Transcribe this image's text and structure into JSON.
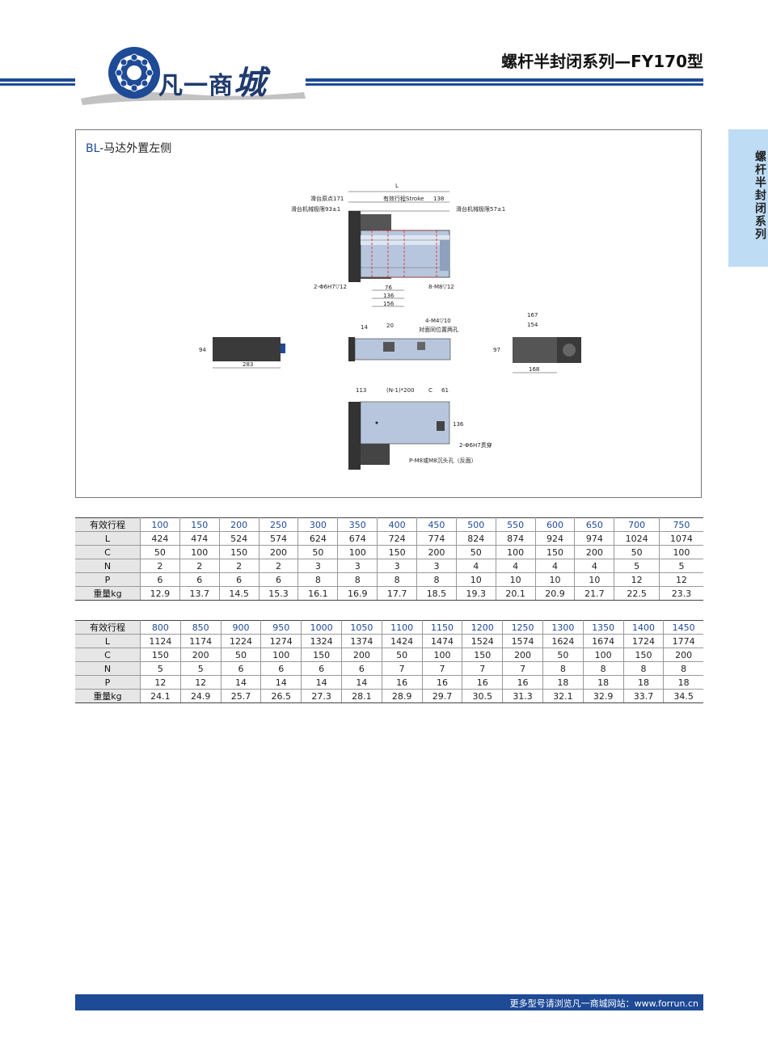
{
  "header": {
    "logo_text_1": "凡一商",
    "logo_text_2": "城",
    "page_title": "螺杆半封闭系列—FY170型",
    "side_tab": "螺杆半封闭系列"
  },
  "drawing": {
    "caption_prefix": "BL",
    "caption_rest": "-马达外置左侧",
    "labels": {
      "L": "L",
      "origin": "滑台原点171",
      "stroke": "有效行程Stroke",
      "d138": "138",
      "mech_left": "滑台机械极限93±1",
      "mech_right": "滑台机械极限57±1",
      "hole_6h7": "2-Φ6H7▽12",
      "hole_m8": "8-M8▽12",
      "d76": "76",
      "d136": "136",
      "d156": "156",
      "m4": "4-M4▽10",
      "m4_note": "对面同位置两孔",
      "d14": "14",
      "d20": "20",
      "d94": "94",
      "d283": "283",
      "d167": "167",
      "d154": "154",
      "d97": "97",
      "d168": "168",
      "d113": "113",
      "pitch": "(N-1)*200",
      "dC": "C",
      "d61": "61",
      "d136b": "136",
      "through": "2-Φ6H7贯穿",
      "counter": "P-M8或M8沉头孔（反面）"
    }
  },
  "table1": {
    "labels": [
      "有效行程",
      "L",
      "C",
      "N",
      "P",
      "重量kg"
    ],
    "rows": [
      [
        "100",
        "150",
        "200",
        "250",
        "300",
        "350",
        "400",
        "450",
        "500",
        "550",
        "600",
        "650",
        "700",
        "750"
      ],
      [
        "424",
        "474",
        "524",
        "574",
        "624",
        "674",
        "724",
        "774",
        "824",
        "874",
        "924",
        "974",
        "1024",
        "1074"
      ],
      [
        "50",
        "100",
        "150",
        "200",
        "50",
        "100",
        "150",
        "200",
        "50",
        "100",
        "150",
        "200",
        "50",
        "100"
      ],
      [
        "2",
        "2",
        "2",
        "2",
        "3",
        "3",
        "3",
        "3",
        "4",
        "4",
        "4",
        "4",
        "5",
        "5"
      ],
      [
        "6",
        "6",
        "6",
        "6",
        "8",
        "8",
        "8",
        "8",
        "10",
        "10",
        "10",
        "10",
        "12",
        "12"
      ],
      [
        "12.9",
        "13.7",
        "14.5",
        "15.3",
        "16.1",
        "16.9",
        "17.7",
        "18.5",
        "19.3",
        "20.1",
        "20.9",
        "21.7",
        "22.5",
        "23.3"
      ]
    ]
  },
  "table2": {
    "labels": [
      "有效行程",
      "L",
      "C",
      "N",
      "P",
      "重量kg"
    ],
    "rows": [
      [
        "800",
        "850",
        "900",
        "950",
        "1000",
        "1050",
        "1100",
        "1150",
        "1200",
        "1250",
        "1300",
        "1350",
        "1400",
        "1450"
      ],
      [
        "1124",
        "1174",
        "1224",
        "1274",
        "1324",
        "1374",
        "1424",
        "1474",
        "1524",
        "1574",
        "1624",
        "1674",
        "1724",
        "1774"
      ],
      [
        "150",
        "200",
        "50",
        "100",
        "150",
        "200",
        "50",
        "100",
        "150",
        "200",
        "50",
        "100",
        "150",
        "200"
      ],
      [
        "5",
        "5",
        "6",
        "6",
        "6",
        "6",
        "7",
        "7",
        "7",
        "7",
        "8",
        "8",
        "8",
        "8"
      ],
      [
        "12",
        "12",
        "14",
        "14",
        "14",
        "14",
        "16",
        "16",
        "16",
        "16",
        "18",
        "18",
        "18",
        "18"
      ],
      [
        "24.1",
        "24.9",
        "25.7",
        "26.5",
        "27.3",
        "28.1",
        "28.9",
        "29.7",
        "30.5",
        "31.3",
        "32.1",
        "32.9",
        "33.7",
        "34.5"
      ]
    ]
  },
  "footer": {
    "text": "更多型号请浏览凡一商城网站：www.forrun.cn"
  },
  "colors": {
    "brand_blue": "#1e4a96",
    "side_tab_bg": "#bfdcf5",
    "label_cell_bg": "#e6e6e6"
  }
}
